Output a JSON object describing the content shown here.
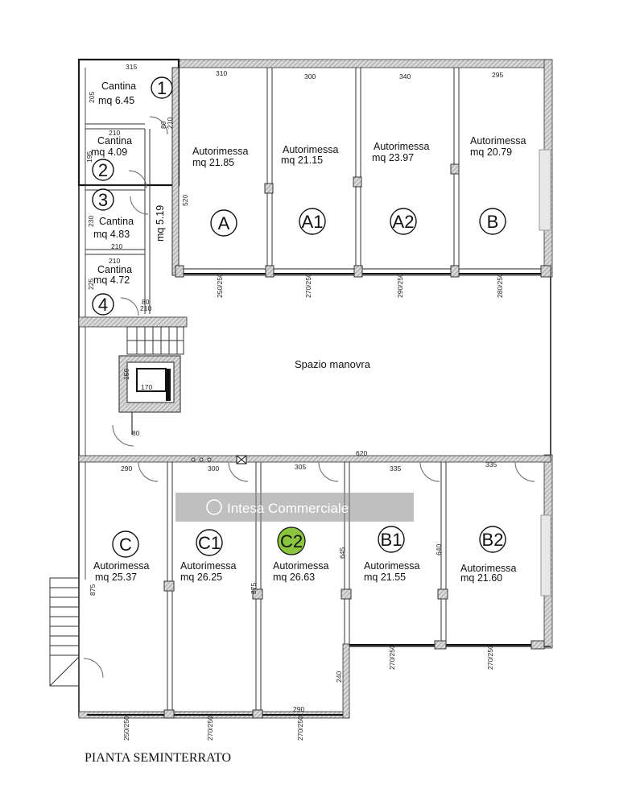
{
  "title": "PIANTA SEMINTERRATO",
  "watermark": "Intesa Commerciale",
  "maneuver_space": "Spazio manovra",
  "accent_color": "#8bc43f",
  "cellars": [
    {
      "number": "1",
      "name": "Cantina",
      "area": "mq 6.45",
      "dim_w": "315",
      "dim_h": "205"
    },
    {
      "number": "2",
      "name": "Cantina",
      "area": "mq 4.09",
      "dim_w": "210",
      "dim_h": "195"
    },
    {
      "number": "3",
      "name": "Cantina",
      "area": "mq 4.83",
      "dim_w": "210",
      "dim_h": "230"
    },
    {
      "number": "4",
      "name": "Cantina",
      "area": "mq 4.72",
      "dim_w": "210",
      "dim_h": "225"
    }
  ],
  "corridor_area": "mq 5.19",
  "garages_top": [
    {
      "letter": "A",
      "name": "Autorimessa",
      "area": "mq 21.85",
      "dim_w": "310"
    },
    {
      "letter": "A1",
      "name": "Autorimessa",
      "area": "mq 21.15",
      "dim_w": "300"
    },
    {
      "letter": "A2",
      "name": "Autorimessa",
      "area": "mq 23.97",
      "dim_w": "340"
    },
    {
      "letter": "B",
      "name": "Autorimessa",
      "area": "mq 20.79",
      "dim_w": "295"
    }
  ],
  "garages_bottom": [
    {
      "letter": "C",
      "name": "Autorimessa",
      "area": "mq 25.37",
      "dim_w": "290",
      "highlight": false
    },
    {
      "letter": "C1",
      "name": "Autorimessa",
      "area": "mq 26.25",
      "dim_w": "300",
      "highlight": false
    },
    {
      "letter": "C2",
      "name": "Autorimessa",
      "area": "mq 26.63",
      "dim_w": "305",
      "highlight": true
    },
    {
      "letter": "B1",
      "name": "Autorimessa",
      "area": "mq 21.55",
      "dim_w": "335",
      "highlight": false
    },
    {
      "letter": "B2",
      "name": "Autorimessa",
      "area": "mq 21.60",
      "dim_w": "335",
      "highlight": false
    }
  ],
  "dimensions": {
    "top_depth": "520",
    "bottom_depth_left": "875",
    "bottom_depth_mid": "875",
    "b1_depth": "645",
    "b2_depth": "640",
    "gap_620": "620",
    "lift_w": "170",
    "lift_h": "150",
    "bottom_290": "290",
    "side_240": "240",
    "door_80": "80",
    "door_210": "210",
    "door_label_80": "80",
    "door_label_210": "210",
    "cellar_door_80": "80",
    "cellar_door_210": "210"
  },
  "opening_labels": {
    "a": "250/250",
    "a1": "270/250",
    "a2": "290/250",
    "b": "280/250",
    "b1": "270/250",
    "b2": "270/250",
    "c": "250/250",
    "c1": "270/250",
    "c2": "270/250"
  }
}
